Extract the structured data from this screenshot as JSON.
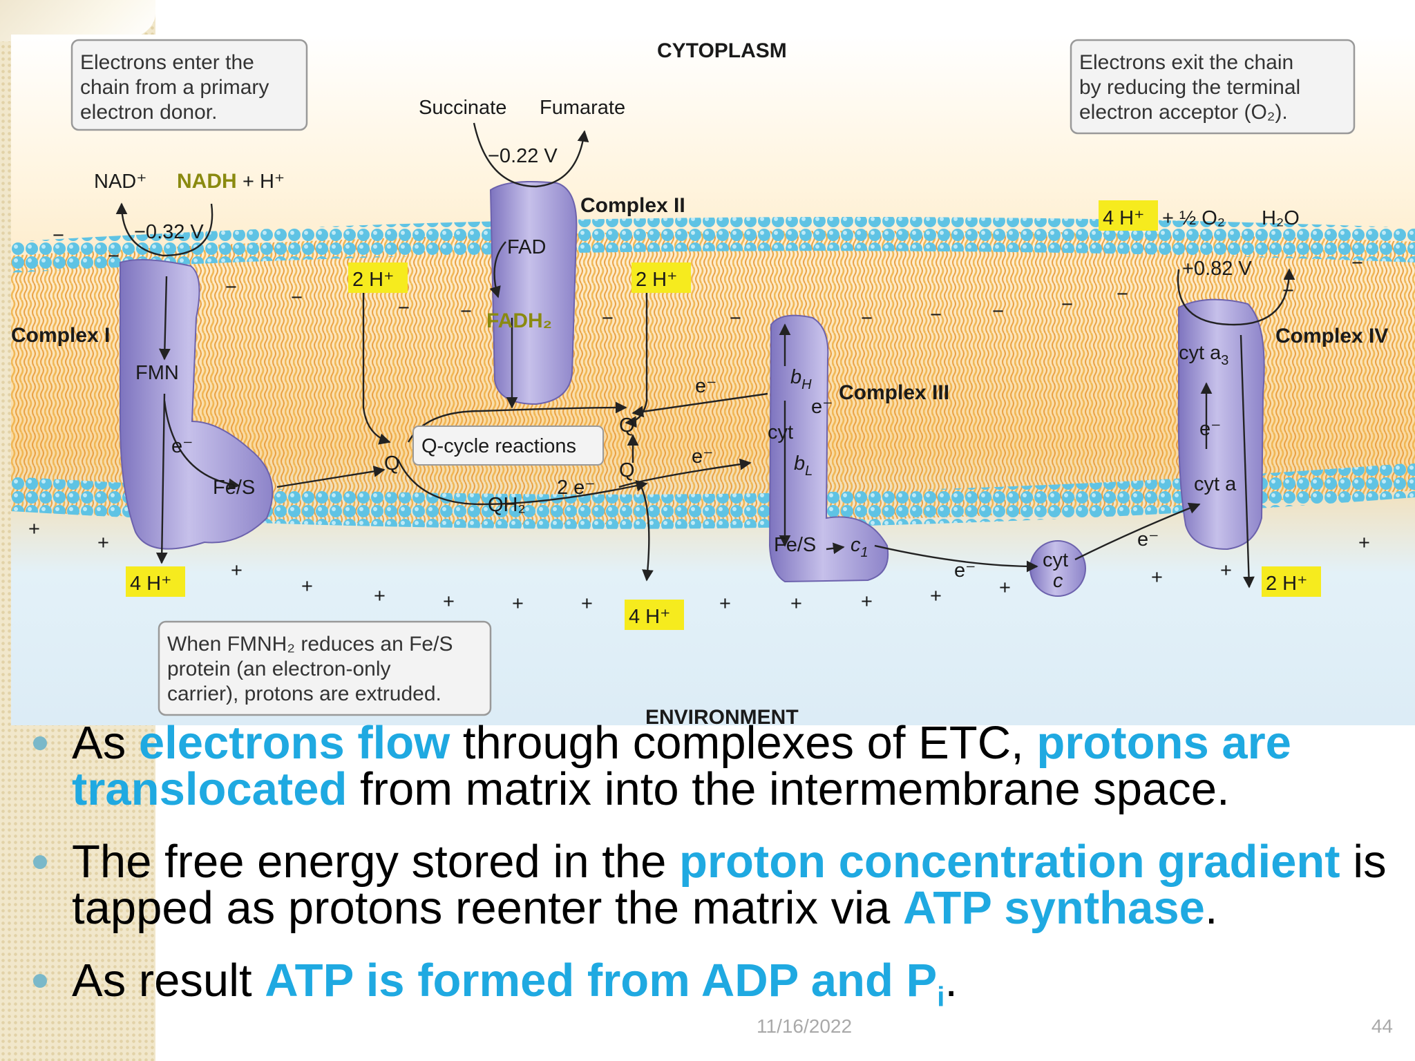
{
  "diagram": {
    "top_label": "CYTOPLASM",
    "bottom_label": "ENVIRONMENT",
    "note_enter": [
      "Electrons enter the",
      "chain from a primary",
      "electron donor."
    ],
    "note_exit": [
      "Electrons exit the chain",
      "by reducing the terminal",
      "electron acceptor (O₂)."
    ],
    "note_fmn": [
      "When FMNH₂ reduces an Fe/S",
      "protein (an electron-only",
      "carrier), protons are extruded."
    ],
    "complex1": "Complex I",
    "complex2": "Complex II",
    "complex3": "Complex III",
    "complex4": "Complex IV",
    "nad": "NAD⁺",
    "nadh": "NADH",
    "nadh_h": " + H⁺",
    "v_nadh": "−0.32 V",
    "succinate": "Succinate",
    "fumarate": "Fumarate",
    "v_succ": "−0.22 V",
    "fad": "FAD",
    "fadh2": "FADH₂",
    "fmn": "FMN",
    "fes1": "Fe/S",
    "fes3": "Fe/S",
    "e_minus": "e⁻",
    "q": "Q",
    "qh2": "QH₂",
    "two_e": "2 e⁻",
    "qcycle": "Q-cycle reactions",
    "bh": "b",
    "bh_sub": "H",
    "bl": "b",
    "bl_sub": "L",
    "cyt": "cyt",
    "c1": "c",
    "c1_sub": "1",
    "cytc_top": "cyt",
    "cytc_bottom": "c",
    "cyta3": "cyt a",
    "cyta3_sub": "3",
    "cyta": "cyt a",
    "o2_eq_h": "4 H⁺",
    "o2_eq_rest": "+ ½ O₂",
    "h2o": "H₂O",
    "v_o2": "+0.82 V",
    "h_2a": "2 H⁺",
    "h_2b": "2 H⁺",
    "h_4a": "4 H⁺",
    "h_4b": "4 H⁺",
    "h_2c": "2 H⁺",
    "plus": "+",
    "minus": "−"
  },
  "bullets": [
    {
      "parts": [
        {
          "t": "As ",
          "hl": false
        },
        {
          "t": "electrons flow",
          "hl": true
        },
        {
          "t": " through complexes of ETC, ",
          "hl": false
        },
        {
          "t": "protons are translocated",
          "hl": true
        },
        {
          "t": " from matrix into the intermembrane space.",
          "hl": false
        }
      ]
    },
    {
      "parts": [
        {
          "t": "The free energy stored in the ",
          "hl": false
        },
        {
          "t": "proton concentration gradient",
          "hl": true
        },
        {
          "t": " is tapped as protons reenter the matrix via ",
          "hl": false
        },
        {
          "t": "ATP synthase",
          "hl": true
        },
        {
          "t": ".",
          "hl": false
        }
      ]
    },
    {
      "parts": [
        {
          "t": "As result ",
          "hl": false
        },
        {
          "t": "ATP is formed from ADP and P",
          "hl": true
        },
        {
          "t": "i",
          "hl": true,
          "sub": true
        },
        {
          "t": ".",
          "hl": false
        }
      ]
    }
  ],
  "footer": {
    "date": "11/16/2022",
    "slide_number": "44"
  },
  "colors": {
    "protein": "#a7a0d6",
    "highlight": "#f6eb1e",
    "accent_text": "#1fa9e1",
    "lipid_head": "#5fc3e4",
    "lipid_tail": "#f0b24a"
  }
}
